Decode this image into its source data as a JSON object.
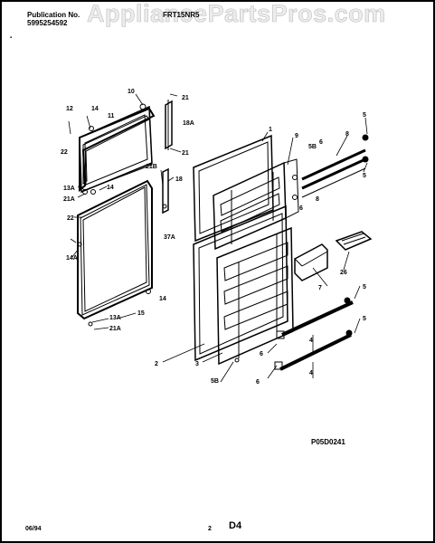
{
  "header": {
    "publication_label": "Publication No.",
    "publication_number": "5995254592",
    "model": "FRT15NR5",
    "watermark": "AppliancePartsPros.com"
  },
  "diagram": {
    "code": "P05D0241",
    "callouts": [
      "12",
      "14",
      "11",
      "10",
      "21",
      "18A",
      "21",
      "21B",
      "18",
      "1",
      "9",
      "5B",
      "6",
      "8",
      "5",
      "5",
      "13A",
      "21A",
      "14",
      "22",
      "22",
      "37A",
      "14A",
      "6",
      "8",
      "26",
      "7",
      "5",
      "14",
      "15",
      "13A",
      "21A",
      "5",
      "2",
      "3",
      "6",
      "4",
      "5B",
      "6",
      "4"
    ]
  },
  "footer": {
    "date": "06/94",
    "page": "2",
    "section": "D4"
  }
}
